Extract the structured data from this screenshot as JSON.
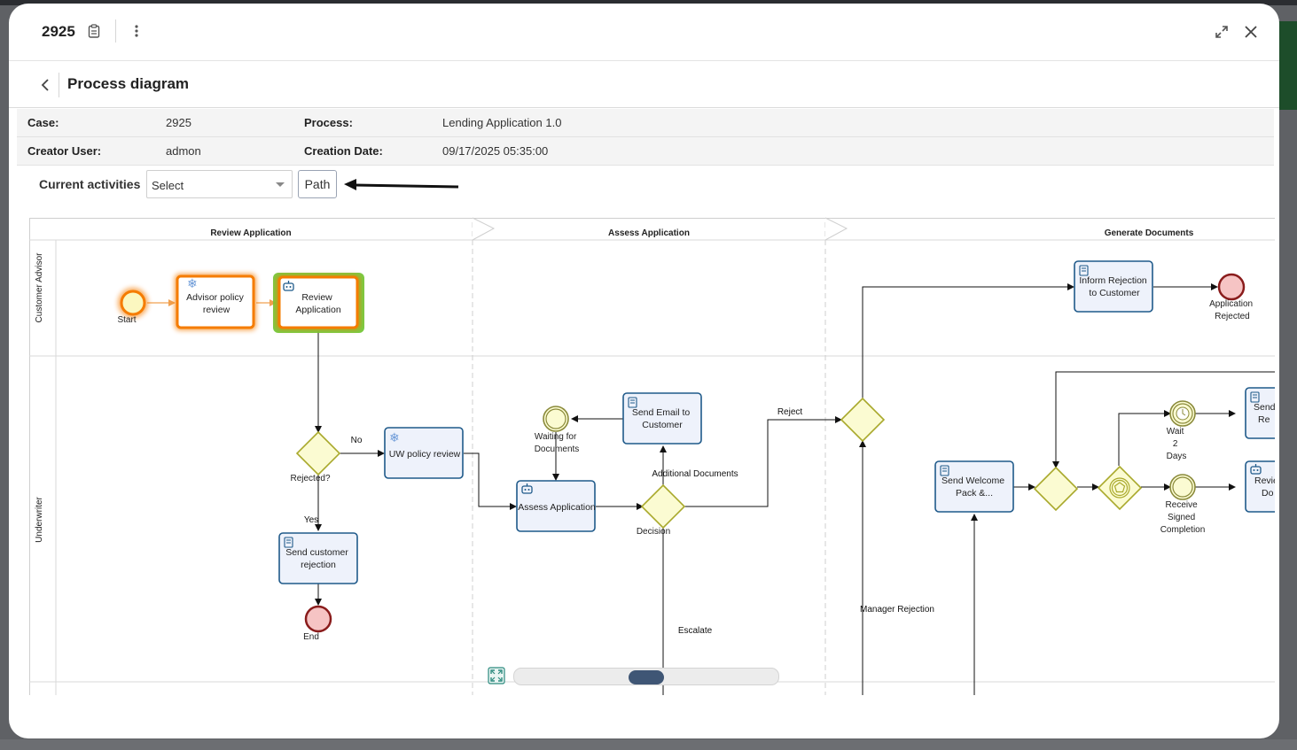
{
  "dialog": {
    "title": "2925"
  },
  "header": {
    "page_title": "Process diagram"
  },
  "info": {
    "case_label": "Case:",
    "case_value": "2925",
    "process_label": "Process:",
    "process_value": "Lending Application 1.0",
    "creator_label": "Creator User:",
    "creator_value": "admon",
    "date_label": "Creation Date:",
    "date_value": "09/17/2025 05:35:00"
  },
  "activities": {
    "label": "Current activities",
    "select_value": "Select",
    "path_button": "Path"
  },
  "diagram": {
    "phases": {
      "p1": "Review Application",
      "p2": "Assess Application",
      "p3": "Generate Documents"
    },
    "lanes": {
      "l1": "Customer Advisor",
      "l2": "Underwriter"
    },
    "tasks": {
      "advisor": [
        "Advisor policy",
        "review"
      ],
      "review": [
        "Review",
        "Application"
      ],
      "uw": "UW policy review",
      "reject": [
        "Send customer",
        "rejection"
      ],
      "assess": "Assess Application",
      "email": [
        "Send Email to",
        "Customer"
      ],
      "inform": [
        "Inform Rejection",
        "to Customer"
      ],
      "welcome": [
        "Send Welcome",
        "Pack &..."
      ],
      "send_partial": [
        "Send",
        "Re"
      ],
      "review_partial": [
        "Revie",
        "Do"
      ]
    },
    "events": {
      "start": "Start",
      "end": "End",
      "waiting": [
        "Waiting for",
        "Documents"
      ],
      "app_rejected": [
        "Application",
        "Rejected"
      ],
      "wait": [
        "Wait",
        "2",
        "Days"
      ],
      "receive": [
        "Receive",
        "Signed",
        "Completion"
      ]
    },
    "gateways": {
      "rejected": "Rejected?",
      "decision": "Decision"
    },
    "flows": {
      "no": "No",
      "yes": "Yes",
      "reject": "Reject",
      "additional": "Additional Documents",
      "escalate": "Escalate",
      "manager": "Manager Rejection"
    }
  },
  "colors": {
    "task_stroke": "#1f5a8a",
    "task_fill": "#eef2fb",
    "gateway_stroke": "#a9a92c",
    "gateway_fill": "#fbfbd2",
    "end_stroke": "#8a1c1c",
    "end_fill": "#f6c4c4",
    "active_orange": "#f57c00",
    "active_green": "#71c93a",
    "scroll_thumb": "#3f5675"
  }
}
